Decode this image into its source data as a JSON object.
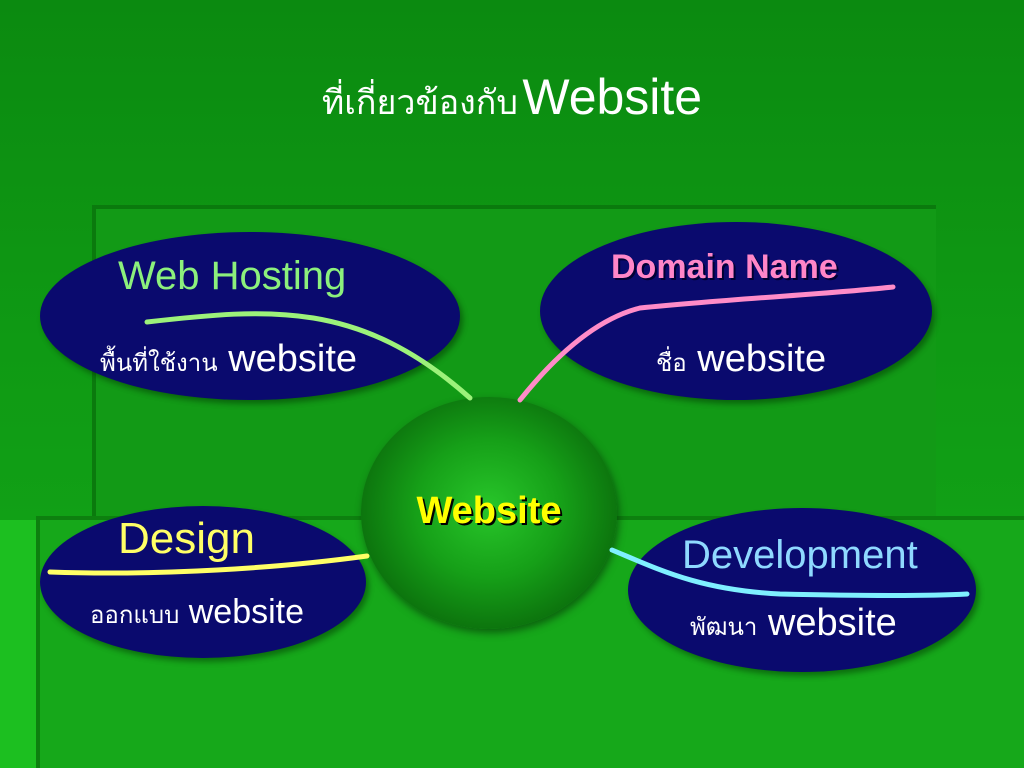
{
  "slide": {
    "title_thai": "ที่เกี่ยวข้องกับ",
    "title_latin": "Website"
  },
  "center": {
    "label": "Website"
  },
  "nodes": {
    "web_hosting": {
      "heading": "Web Hosting",
      "sub_thai": "พื้นที่ใช้งาน",
      "sub_latin": "website",
      "line_color": "#9cf27a"
    },
    "domain_name": {
      "heading": "Domain Name",
      "sub_thai": "ชื่อ",
      "sub_latin": "website",
      "line_color": "#ff8cc8"
    },
    "design": {
      "heading": "Design",
      "sub_thai": "ออกแบบ",
      "sub_latin": "website",
      "line_color": "#ffff66"
    },
    "development": {
      "heading": "Development",
      "sub_thai": "พัฒนา",
      "sub_latin": "website",
      "line_color": "#7ff0ff"
    }
  },
  "colors": {
    "background": "#0f9a14",
    "ellipse": "#0a0a6e",
    "center_label": "#ffff00"
  }
}
